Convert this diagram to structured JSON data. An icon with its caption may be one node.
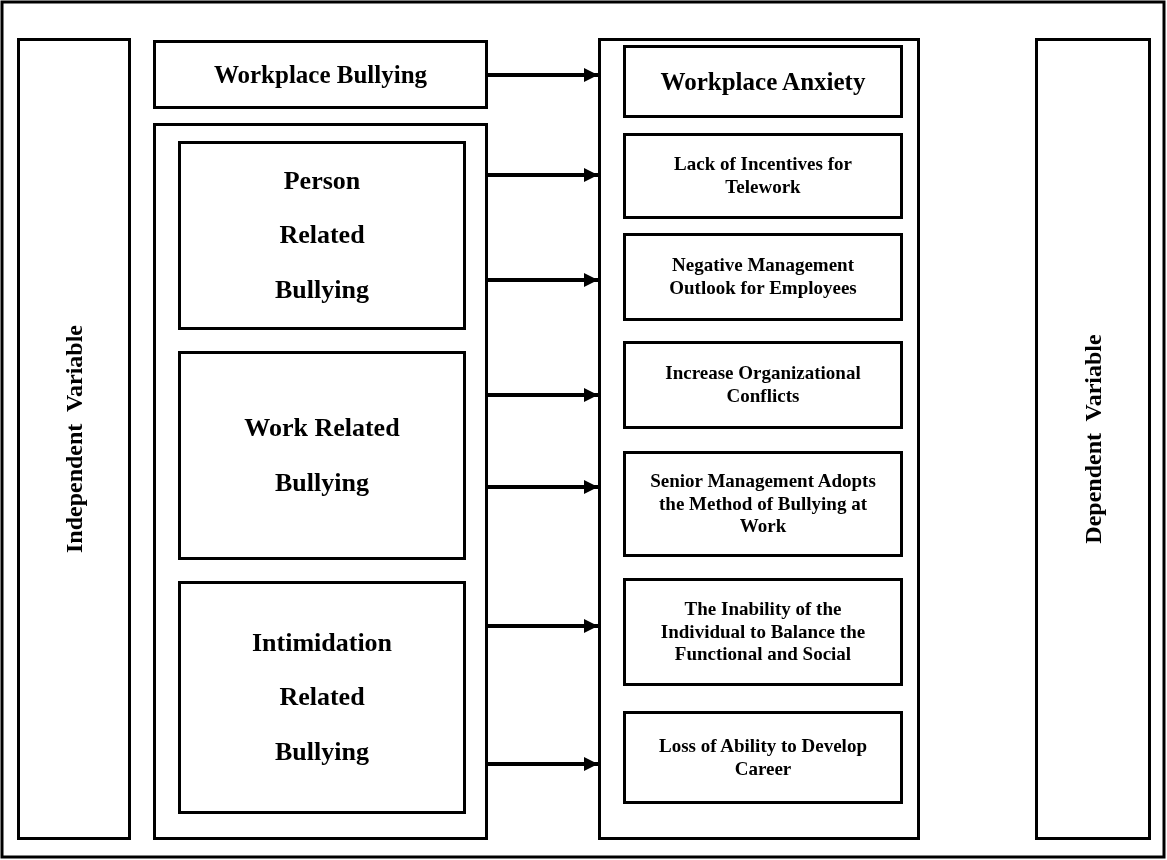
{
  "diagram": {
    "nodes": [
      {
        "text": [
          "Independent Variable"
        ]
      },
      {
        "text": [
          "Workplace Bullying"
        ]
      },
      {
        "text": [],
        "shape": "box"
      },
      {
        "text": [
          "Person Related Bullying"
        ],
        "in": 2
      },
      {
        "text": [
          "Work Related Bullying"
        ],
        "in": 2
      },
      {
        "text": [
          "Intimidation Related Bullying"
        ],
        "in": 2
      },
      {
        "text": [],
        "shape": "box"
      },
      {
        "text": [
          "Workplace Anxiety"
        ],
        "in": 6
      },
      {
        "text": [
          "Lack of Incentives for Telework"
        ],
        "in": 6
      },
      {
        "text": [
          "Negative Management Outlook for Employees"
        ],
        "in": 6
      },
      {
        "text": [
          "Increase Organizational Conflicts"
        ],
        "in": 6
      },
      {
        "text": [
          "Senior Management Adopts the Method of Bullying at Work"
        ],
        "in": 6
      },
      {
        "text": [
          "The Inability of the Individual to Balance the Functional and Social"
        ],
        "in": 6
      },
      {
        "text": [
          "Loss of Ability to Develop Career"
        ],
        "in": 6
      },
      {
        "text": [
          "Dependent Variable"
        ]
      }
    ],
    "edges": [
      {
        "from": 1,
        "to": 6,
        "arrow": "to"
      },
      {
        "from": 2,
        "to": 6,
        "arrow": "to"
      },
      {
        "from": 2,
        "to": 6,
        "arrow": "to"
      },
      {
        "from": 2,
        "to": 6,
        "arrow": "to"
      },
      {
        "from": 2,
        "to": 6,
        "arrow": "to"
      },
      {
        "from": 2,
        "to": 6,
        "arrow": "to"
      },
      {
        "from": 2,
        "to": 6,
        "arrow": "to"
      }
    ]
  }
}
